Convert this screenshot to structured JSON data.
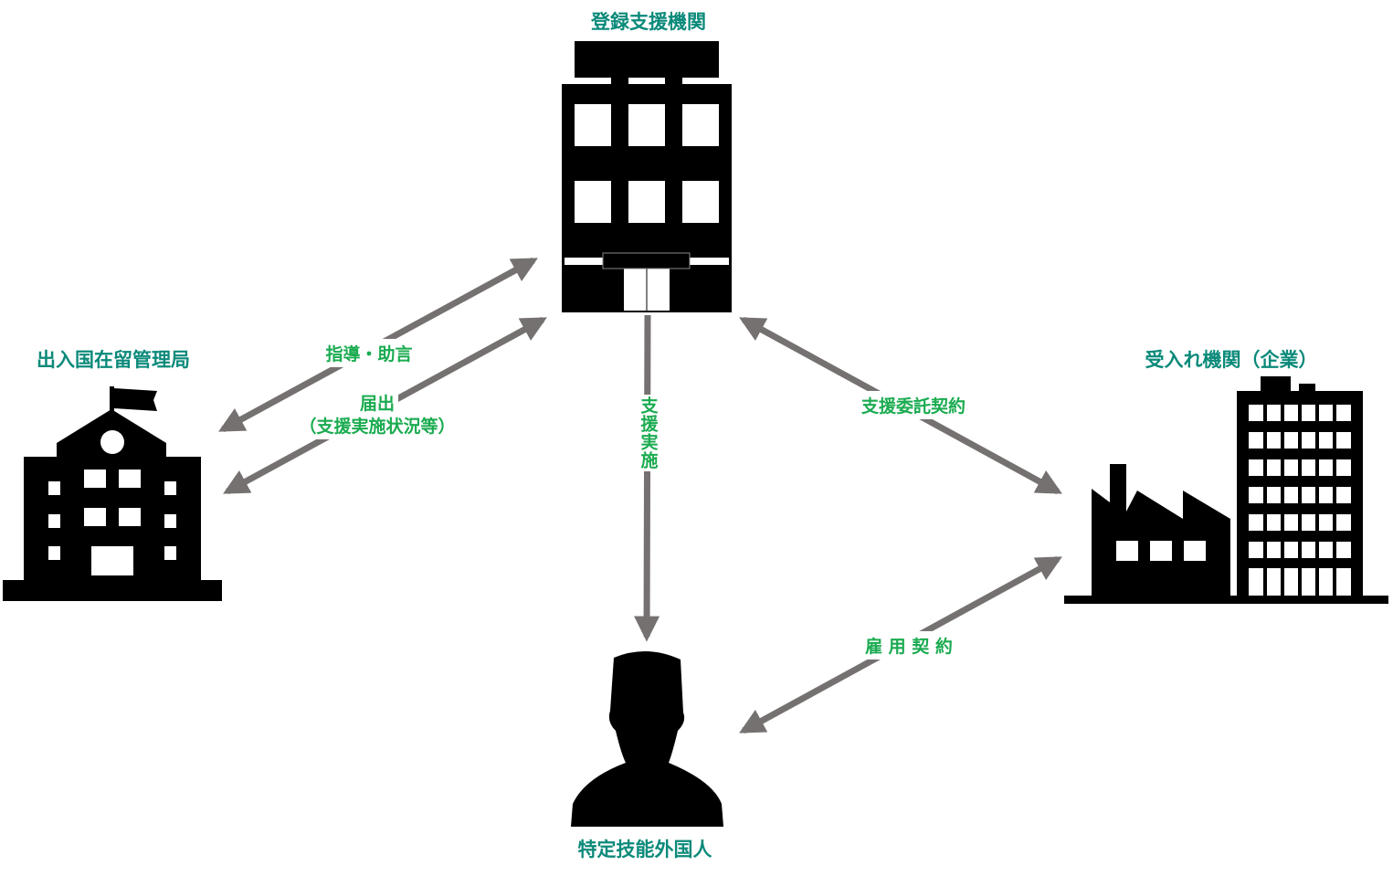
{
  "colors": {
    "title": "#0b8a7a",
    "label": "#1aab50",
    "arrow": "#767171",
    "icon": "#000000"
  },
  "nodes": {
    "registered_support_org": {
      "label": "登録支援機関",
      "icon": "office-building-icon"
    },
    "immigration_bureau": {
      "label": "出入国在留管理局",
      "icon": "government-building-icon"
    },
    "host_company": {
      "label": "受入れ機関（企業）",
      "icon": "factory-icon"
    },
    "foreign_worker": {
      "label": "特定技能外国人",
      "icon": "person-icon"
    }
  },
  "edges": {
    "guidance": {
      "label": "指導・助言"
    },
    "report": {
      "label_line1": "届出",
      "label_line2": "（支援実施状況等）"
    },
    "support": {
      "label": "支援実施"
    },
    "outsourcing": {
      "label": "支援委託契約"
    },
    "employment": {
      "label": "雇 用 契 約"
    }
  }
}
